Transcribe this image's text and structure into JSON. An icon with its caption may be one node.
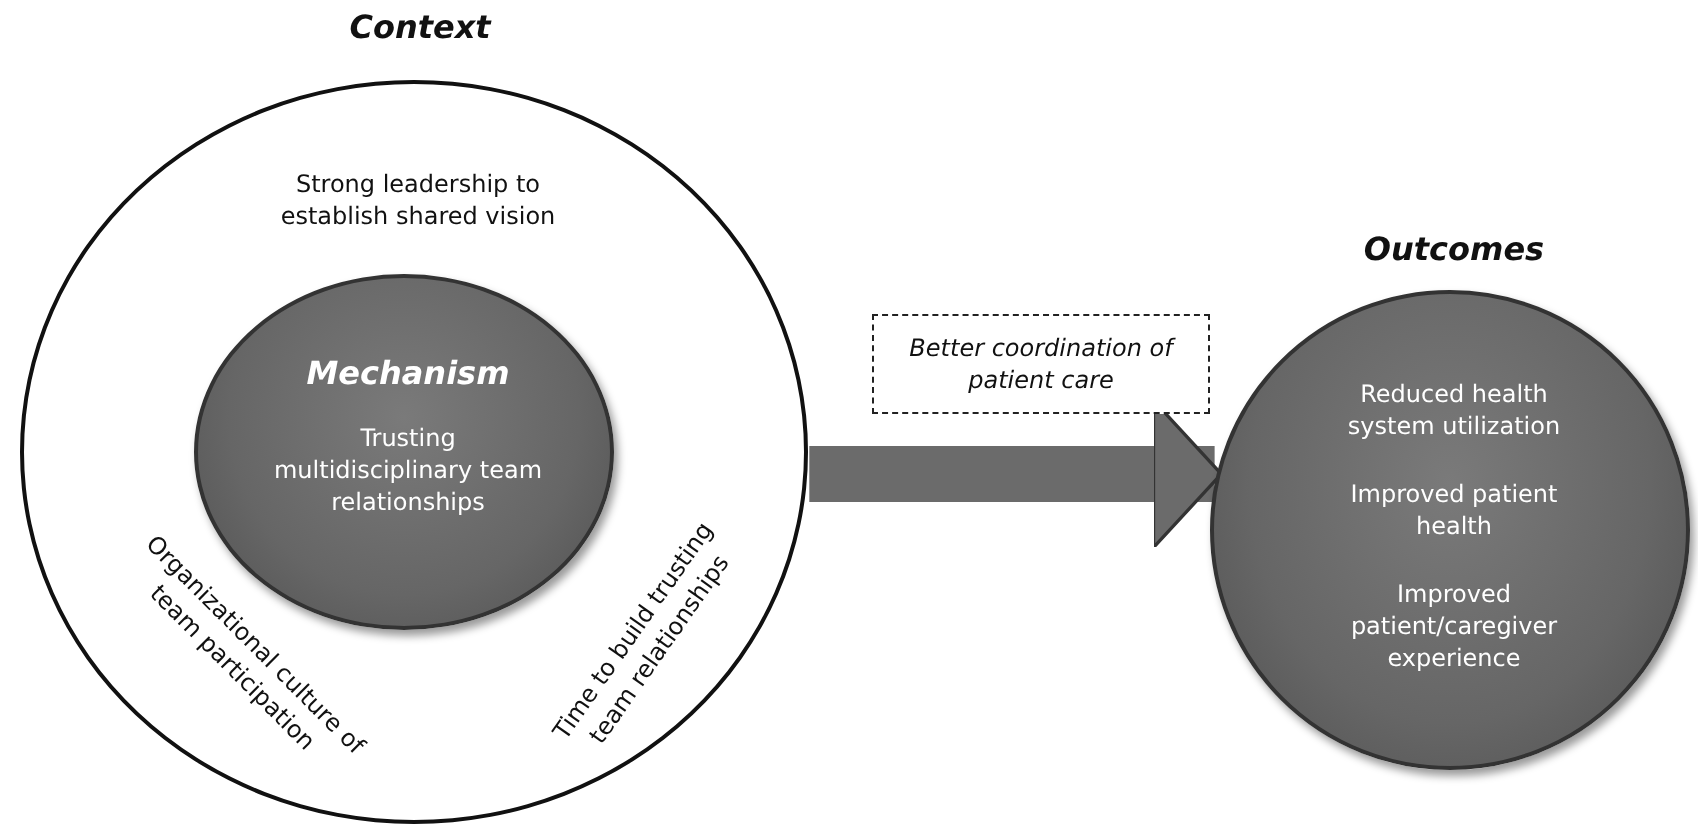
{
  "diagram": {
    "nodes": [
      {
        "text": [
          "Context",
          "Strong leadership to establish shared vision",
          "Organizational culture of team participation",
          "Time to build trusting team relationships"
        ]
      },
      {
        "text": [
          "Mechanism",
          "Trusting multidisciplinary team relationships"
        ],
        "in": 0
      },
      {
        "text": [
          "Outcomes",
          "Reduced health system utilization",
          "Improved patient health",
          "Improved patient/caregiver experience"
        ]
      }
    ],
    "edges": [
      {
        "from": 0,
        "to": 2,
        "arrow": "to",
        "label": "Better coordination of patient care"
      }
    ]
  }
}
